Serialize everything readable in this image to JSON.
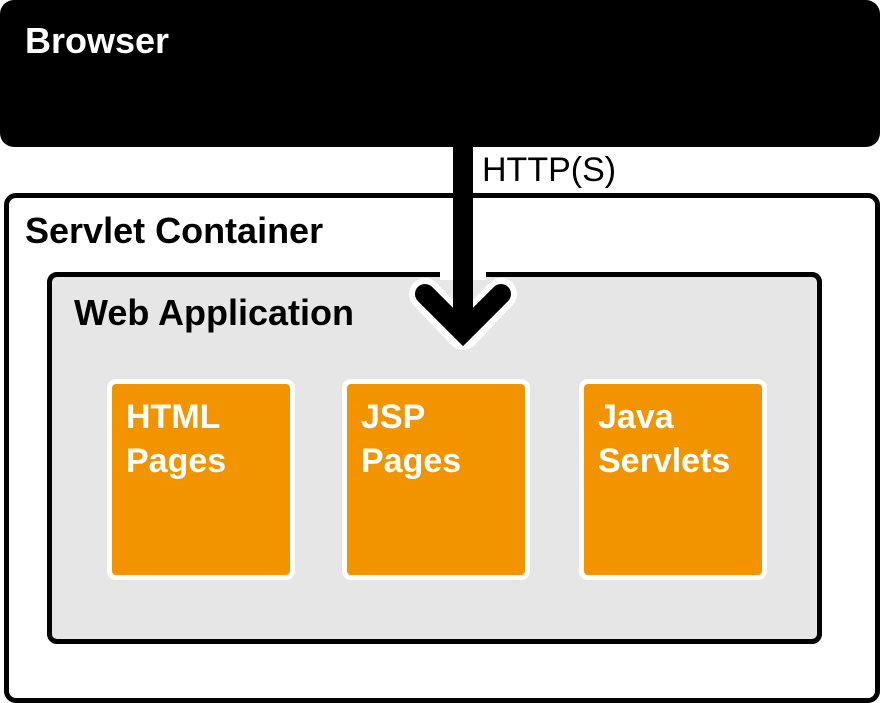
{
  "browser": {
    "title": "Browser"
  },
  "connection": {
    "protocol": "HTTP(S)"
  },
  "servlet_container": {
    "title": "Servlet Container"
  },
  "web_application": {
    "title": "Web Application",
    "components": [
      {
        "label": "HTML\nPages"
      },
      {
        "label": "JSP\nPages"
      },
      {
        "label": "Java\nServlets"
      }
    ]
  },
  "colors": {
    "browser_bg": "#000000",
    "container_bg": "#ffffff",
    "web_application_bg": "#e6e6e6",
    "component_bg": "#f29400",
    "component_text": "#ffffff"
  }
}
